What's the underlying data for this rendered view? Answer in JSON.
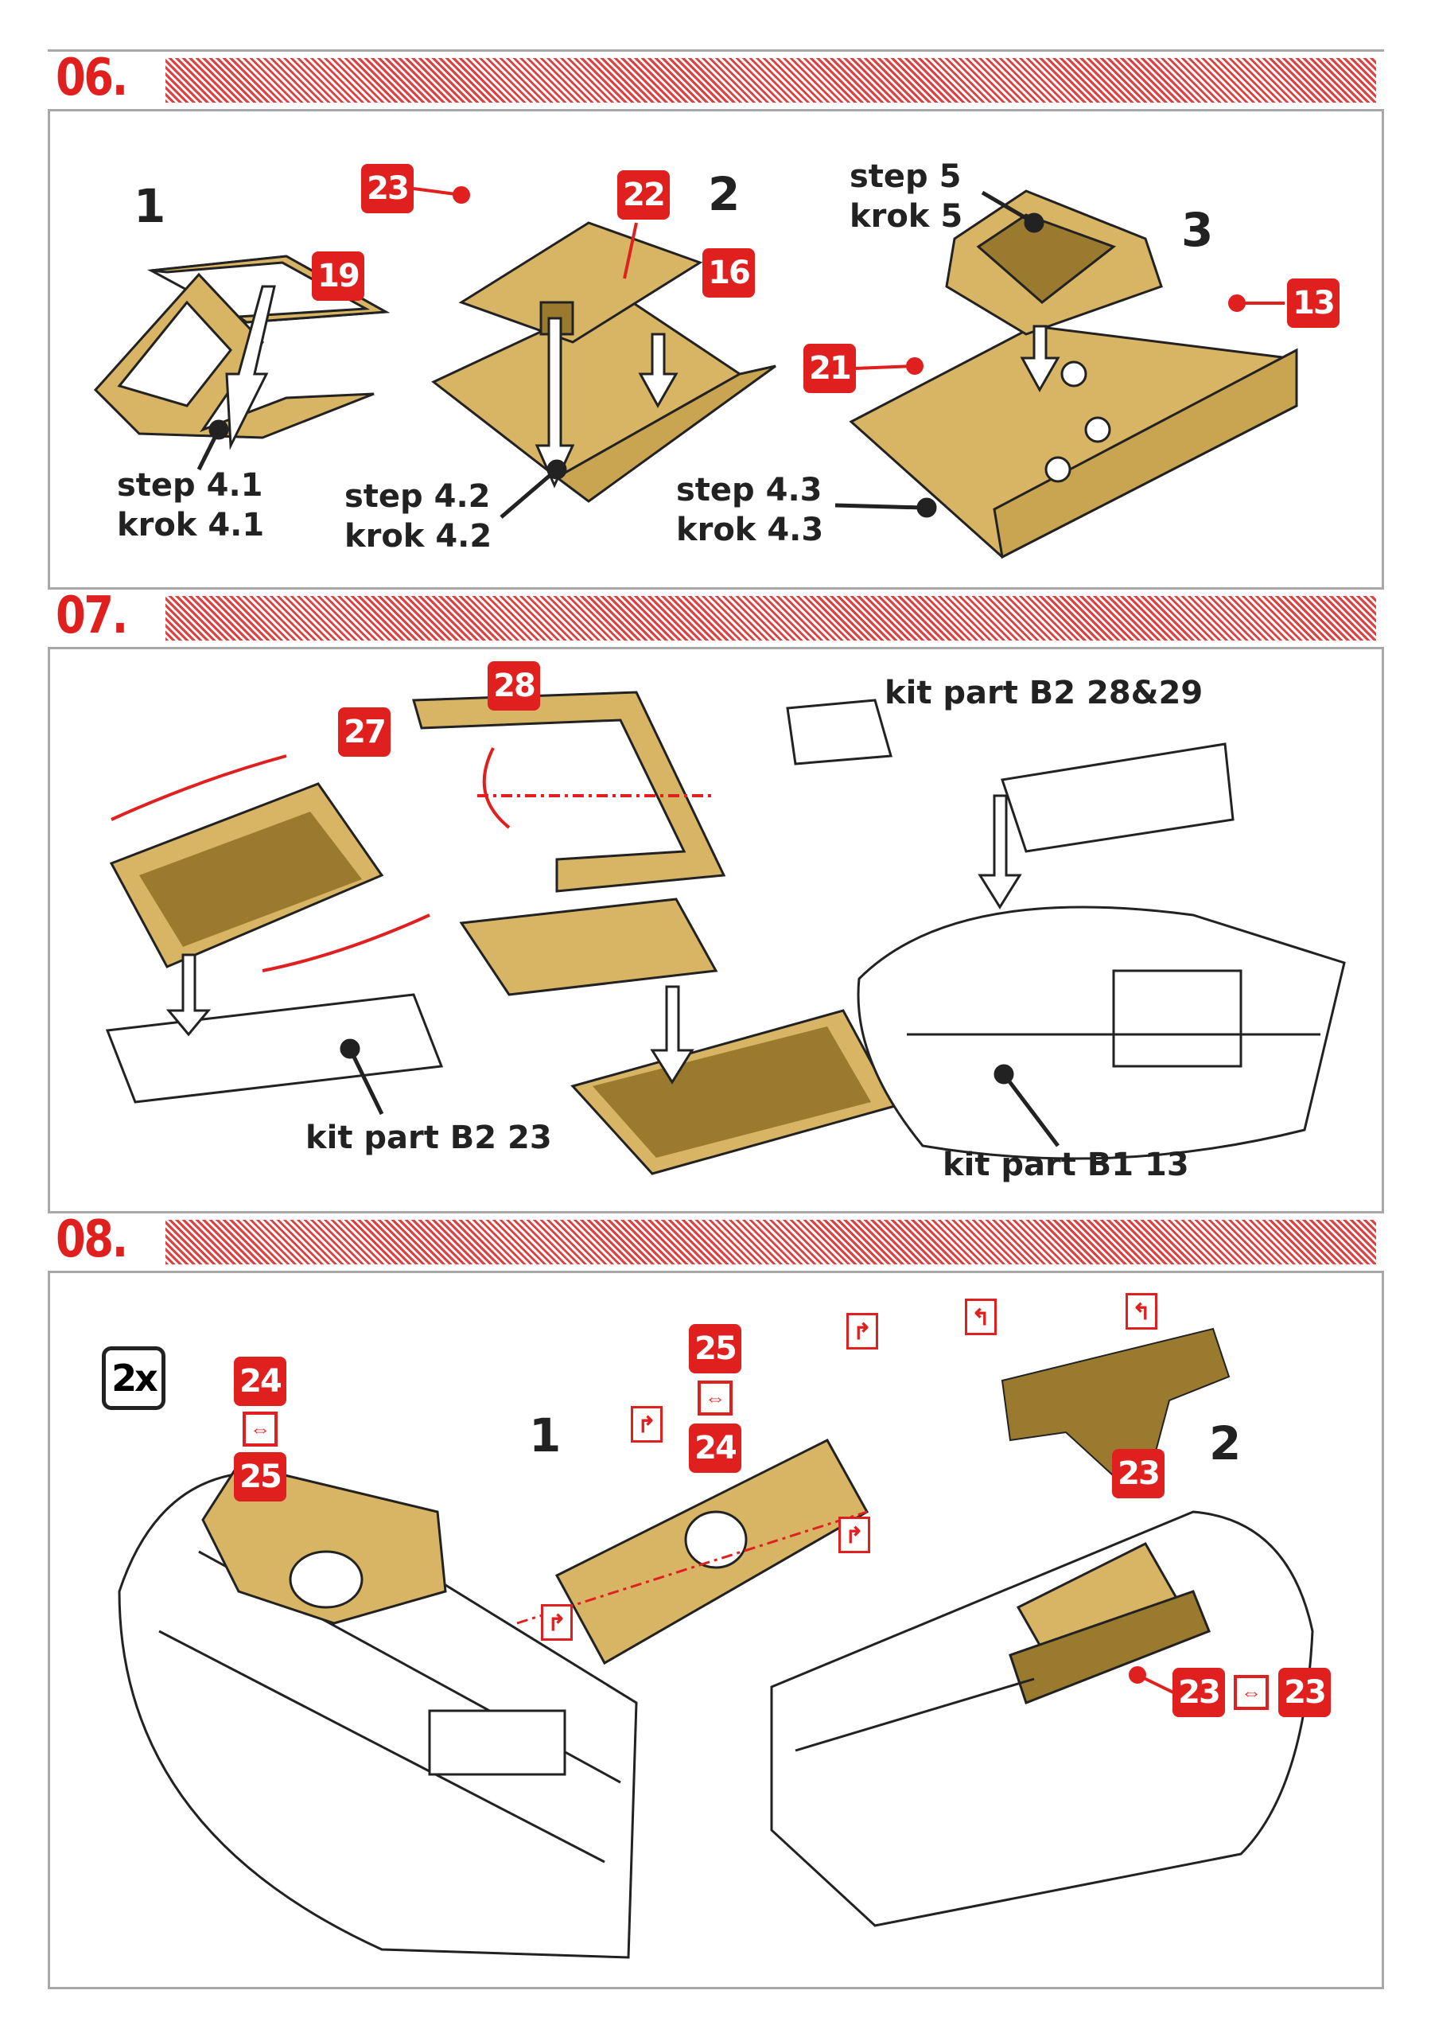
{
  "sections": [
    {
      "number": "06."
    },
    {
      "number": "07."
    },
    {
      "number": "08."
    }
  ],
  "s06": {
    "sub_steps": [
      "1",
      "2",
      "3"
    ],
    "badges": [
      "19",
      "23",
      "22",
      "16",
      "13",
      "21"
    ],
    "labels": {
      "step41": "step 4.1",
      "krok41": "krok 4.1",
      "step42": "step 4.2",
      "krok42": "krok 4.2",
      "step43": "step 4.3",
      "krok43": "krok 4.3",
      "step5": "step 5",
      "krok5": "krok 5"
    }
  },
  "s07": {
    "badges": [
      "28",
      "27"
    ],
    "labels": {
      "kit_b2_2829": "kit part B2 28&29",
      "kit_b2_23": "kit part B2 23",
      "kit_b1_13": "kit part B1 13"
    }
  },
  "s08": {
    "quantity": "2x",
    "sub_steps": [
      "1",
      "2"
    ],
    "badges_left": [
      "24",
      "25"
    ],
    "badges_mid": [
      "25",
      "24"
    ],
    "badge_right": "23",
    "badges_bottom": [
      "23",
      "23"
    ],
    "swap_glyph": "⇔",
    "fold_glyph": "↱"
  },
  "colors": {
    "accent": "#e0201f",
    "brass": "#d8b565",
    "brass_dark": "#9a7a2e"
  }
}
